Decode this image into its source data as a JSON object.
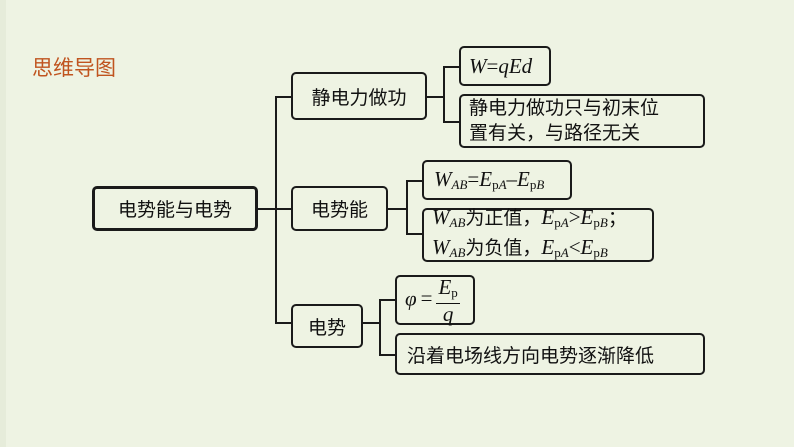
{
  "title": "思维导图",
  "root": {
    "label": "电势能与电势"
  },
  "branches": [
    {
      "label": "静电力做功",
      "children": [
        {
          "parts": [
            {
              "t": "W",
              "i": true
            },
            {
              "t": "=",
              "i": false
            },
            {
              "t": "qEd",
              "i": true
            }
          ]
        },
        {
          "lines": [
            "静电力做功只与初末位",
            "置有关，与路径无关"
          ]
        }
      ]
    },
    {
      "label": "电势能",
      "children": [
        {
          "formula": "W_AB = E_pA − E_pB"
        },
        {
          "lines": [
            "W_AB 为正值，E_pA > E_pB；",
            "W_AB 为负值，E_pA < E_pB"
          ]
        }
      ]
    },
    {
      "label": "电势",
      "children": [
        {
          "formula": "φ = E_p / q"
        },
        {
          "lines": [
            "沿着电场线方向电势逐渐降低"
          ]
        }
      ]
    }
  ],
  "text": {
    "b0c0_W": "W",
    "b0c0_eq": "=",
    "b0c0_qEd": "qEd",
    "b0c1_l1": "静电力做功只与初末位",
    "b0c1_l2": "置有关，与路径无关",
    "W": "W",
    "AB": "AB",
    "E": "E",
    "p": "p",
    "A": "A",
    "B": "B",
    "eq": "=",
    "minus": "–",
    "gt": ">",
    "lt": "<",
    "pos": "为正值，",
    "neg": "为负值，",
    "semi": "；",
    "phi": "φ",
    "q": "q",
    "b2c1": "沿着电场线方向电势逐渐降低"
  }
}
